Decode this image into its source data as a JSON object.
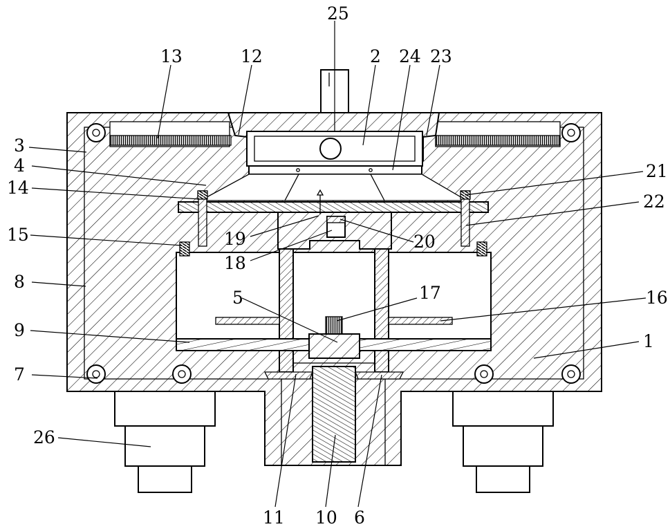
{
  "figure": {
    "callouts": [
      {
        "id": "c25",
        "text": "25"
      },
      {
        "id": "c13",
        "text": "13"
      },
      {
        "id": "c12",
        "text": "12"
      },
      {
        "id": "c2",
        "text": "2"
      },
      {
        "id": "c24",
        "text": "24"
      },
      {
        "id": "c23",
        "text": "23"
      },
      {
        "id": "c3",
        "text": "3"
      },
      {
        "id": "c4",
        "text": "4"
      },
      {
        "id": "c14",
        "text": "14"
      },
      {
        "id": "c15",
        "text": "15"
      },
      {
        "id": "c8",
        "text": "8"
      },
      {
        "id": "c9",
        "text": "9"
      },
      {
        "id": "c7",
        "text": "7"
      },
      {
        "id": "c26",
        "text": "26"
      },
      {
        "id": "c19",
        "text": "19"
      },
      {
        "id": "c18",
        "text": "18"
      },
      {
        "id": "c20",
        "text": "20"
      },
      {
        "id": "c5",
        "text": "5"
      },
      {
        "id": "c17",
        "text": "17"
      },
      {
        "id": "c21",
        "text": "21"
      },
      {
        "id": "c22",
        "text": "22"
      },
      {
        "id": "c16",
        "text": "16"
      },
      {
        "id": "c1",
        "text": "1"
      },
      {
        "id": "c11",
        "text": "11"
      },
      {
        "id": "c10",
        "text": "10"
      },
      {
        "id": "c6",
        "text": "6"
      }
    ]
  }
}
